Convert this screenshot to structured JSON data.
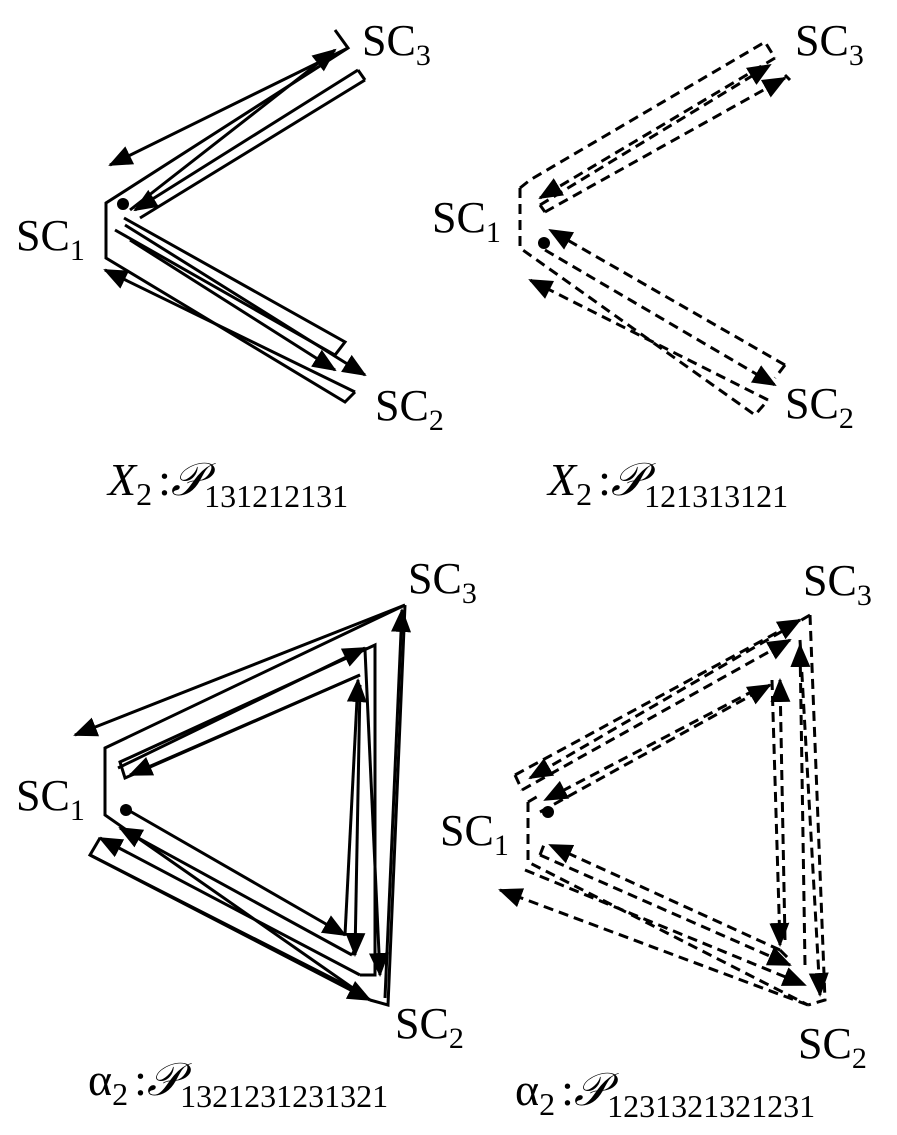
{
  "panels": [
    {
      "id": "top-left",
      "style": "solid",
      "nodes": {
        "sc1": {
          "main": "SC",
          "sub": "1"
        },
        "sc2": {
          "main": "SC",
          "sub": "2"
        },
        "sc3": {
          "main": "SC",
          "sub": "3"
        }
      },
      "caption": {
        "symbol": "X",
        "symbol_sub": "2",
        "separator": ":",
        "path_symbol": "𝒫",
        "path_index": "131212131"
      }
    },
    {
      "id": "top-right",
      "style": "dashed",
      "nodes": {
        "sc1": {
          "main": "SC",
          "sub": "1"
        },
        "sc2": {
          "main": "SC",
          "sub": "2"
        },
        "sc3": {
          "main": "SC",
          "sub": "3"
        }
      },
      "caption": {
        "symbol": "X",
        "symbol_sub": "2",
        "separator": ":",
        "path_symbol": "𝒫",
        "path_index": "121313121"
      }
    },
    {
      "id": "bottom-left",
      "style": "solid",
      "nodes": {
        "sc1": {
          "main": "SC",
          "sub": "1"
        },
        "sc2": {
          "main": "SC",
          "sub": "2"
        },
        "sc3": {
          "main": "SC",
          "sub": "3"
        }
      },
      "caption": {
        "symbol": "α",
        "symbol_sub": "2",
        "separator": ":",
        "path_symbol": "𝒫",
        "path_index": "1321231231321"
      }
    },
    {
      "id": "bottom-right",
      "style": "dashed",
      "nodes": {
        "sc1": {
          "main": "SC",
          "sub": "1"
        },
        "sc2": {
          "main": "SC",
          "sub": "2"
        },
        "sc3": {
          "main": "SC",
          "sub": "3"
        }
      },
      "caption": {
        "symbol": "α",
        "symbol_sub": "2",
        "separator": ":",
        "path_symbol": "𝒫",
        "path_index": "1231321321231"
      }
    }
  ]
}
